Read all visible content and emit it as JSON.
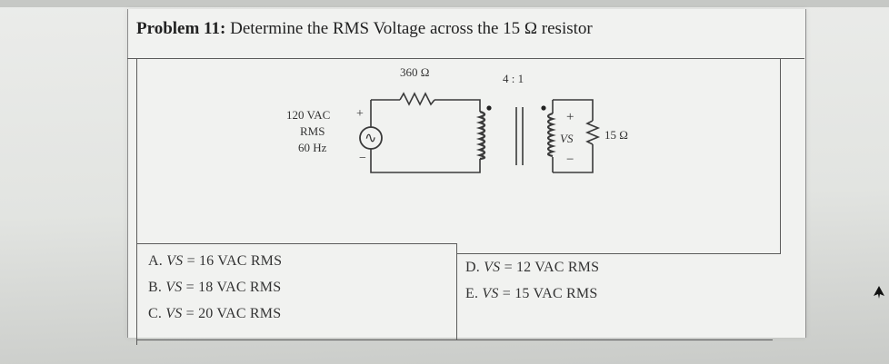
{
  "problem": {
    "number_label": "Problem 11:",
    "text": "Determine the RMS Voltage across the 15 Ω resistor"
  },
  "circuit": {
    "source_line1": "120 VAC",
    "source_line2": "RMS",
    "source_line3": "60 Hz",
    "source_plus": "+",
    "source_minus": "−",
    "series_resistor": "360 Ω",
    "turns_ratio": "4 : 1",
    "secondary_plus": "+",
    "secondary_minus": "−",
    "secondary_voltage_label": "VS",
    "load_resistor": "15 Ω",
    "ac_symbol": "∿"
  },
  "answers": [
    {
      "letter": "A.",
      "var": "VS",
      "value": "= 16 VAC RMS"
    },
    {
      "letter": "B.",
      "var": "VS",
      "value": "= 18 VAC RMS"
    },
    {
      "letter": "C.",
      "var": "VS",
      "value": "= 20 VAC RMS"
    },
    {
      "letter": "D.",
      "var": "VS",
      "value": "= 12 VAC RMS"
    },
    {
      "letter": "E.",
      "var": "VS",
      "value": "= 15 VAC RMS"
    }
  ]
}
